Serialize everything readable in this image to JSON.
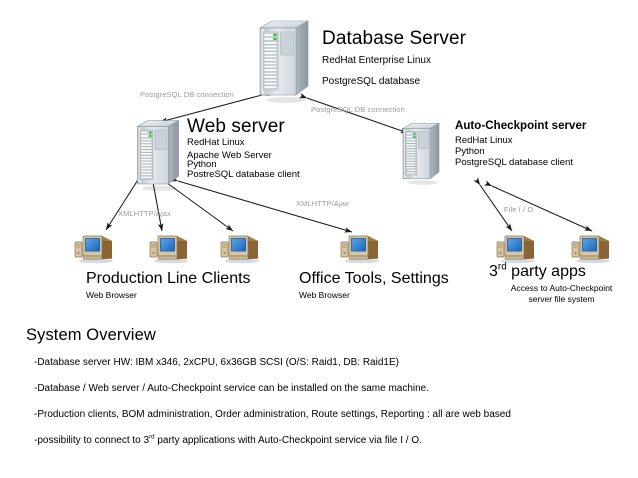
{
  "diagram": {
    "nodes": {
      "database_server": {
        "title": "Database Server",
        "specs": [
          "RedHat Enterprise Linux",
          "PostgreSQL database"
        ],
        "icon": "server-tower-icon"
      },
      "web_server": {
        "title": "Web server",
        "specs": [
          "RedHat Linux",
          "Apache Web Server",
          "Python",
          "PostreSQL database client"
        ],
        "icon": "server-tower-icon"
      },
      "auto_checkpoint_server": {
        "title": "Auto-Checkpoint server",
        "specs": [
          "RedHat Linux",
          "Python",
          "PostgreSQL database client"
        ],
        "icon": "server-tower-icon"
      }
    },
    "connection_labels": {
      "db_web": "PostgreSQL DB connection",
      "db_acp": "PostgreSQL DB connection",
      "ajax_left": "XMLHTTP/Ajax",
      "ajax_right": "XMLHTTP/Ajax",
      "file_io": "File I / O"
    },
    "client_groups": [
      {
        "title": "Production Line Clients",
        "subtitle": "Web Browser",
        "count": 3,
        "icon": "desktop-computer-icon"
      },
      {
        "title": "Office Tools, Settings",
        "subtitle": "Web Browser",
        "count": 1,
        "icon": "desktop-computer-icon"
      },
      {
        "title_prefix": "3",
        "title_ordinal": "rd",
        "title_suffix": " party apps",
        "subtitle_line1": "Access to Auto-Checkpoint",
        "subtitle_line2": "server file system",
        "count": 2,
        "icon": "desktop-computer-icon"
      }
    ]
  },
  "overview": {
    "title": "System Overview",
    "bullets": [
      "-Database server HW: IBM x346, 2xCPU, 6x36GB SCSI (O/S: Raid1,  DB: Raid1E)",
      "-Database / Web server / Auto-Checkpoint service can be installed on the same machine.",
      "-Production clients, BOM administration, Order administration, Route settings, Reporting : all are web based"
    ],
    "bullet_last_pre": "-possibility to connect to 3",
    "bullet_last_ord": "rd",
    "bullet_last_post": " party applications with Auto-Checkpoint service via file I / O."
  },
  "colors": {
    "background": "#ffffff",
    "text": "#000000",
    "connection_label": "#9b9b9b",
    "arrow": "#1a1a1a",
    "server_body_light": "#e8ecf0",
    "server_body_mid": "#c3cad2",
    "server_body_dark": "#9aa3ad",
    "server_led": "#33cc33",
    "client_case": "#d9c9a8",
    "client_screen": "#2e7fd8",
    "client_dark": "#6b4f29"
  }
}
